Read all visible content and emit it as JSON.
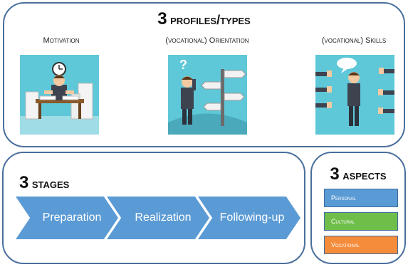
{
  "profiles": {
    "title_num": "3",
    "title_rest": "profiles/types",
    "items": [
      {
        "label": "Motivation"
      },
      {
        "label": "(vocational) Orientation"
      },
      {
        "label": "(vocational) Skills"
      }
    ]
  },
  "stages": {
    "title_num": "3",
    "title_rest": "stages",
    "items": [
      {
        "label": "Preparation"
      },
      {
        "label": "Realization"
      },
      {
        "label": "Following-up"
      }
    ],
    "color": "#5b9bd5"
  },
  "aspects": {
    "title_num": "3",
    "title_rest": "aspects",
    "items": [
      {
        "label": "Personal",
        "color": "#5b9bd5"
      },
      {
        "label": "Cultural",
        "color": "#6fbe49"
      },
      {
        "label": "Vocational",
        "color": "#f58c3b"
      }
    ]
  },
  "colors": {
    "panel_border": "#4a6f9c",
    "illustration_bg": "#5ec8d8"
  }
}
